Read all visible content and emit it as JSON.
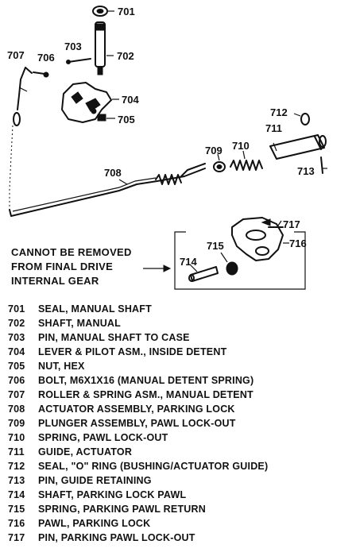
{
  "callouts": {
    "c701": "701",
    "c702": "702",
    "c703": "703",
    "c704": "704",
    "c705": "705",
    "c706": "706",
    "c707": "707",
    "c708": "708",
    "c709": "709",
    "c710": "710",
    "c711": "711",
    "c712": "712",
    "c713": "713",
    "c714": "714",
    "c715": "715",
    "c716": "716",
    "c717": "717"
  },
  "note": {
    "line1": "CANNOT BE REMOVED",
    "line2": "FROM FINAL DRIVE",
    "line3": "INTERNAL GEAR"
  },
  "legend": [
    {
      "num": "701",
      "desc": "SEAL, MANUAL SHAFT"
    },
    {
      "num": "702",
      "desc": "SHAFT, MANUAL"
    },
    {
      "num": "703",
      "desc": "PIN, MANUAL SHAFT TO CASE"
    },
    {
      "num": "704",
      "desc": "LEVER & PILOT ASM., INSIDE DETENT"
    },
    {
      "num": "705",
      "desc": "NUT, HEX"
    },
    {
      "num": "706",
      "desc": "BOLT, M6X1X16 (MANUAL DETENT SPRING)"
    },
    {
      "num": "707",
      "desc": "ROLLER & SPRING ASM., MANUAL DETENT"
    },
    {
      "num": "708",
      "desc": "ACTUATOR ASSEMBLY, PARKING LOCK"
    },
    {
      "num": "709",
      "desc": "PLUNGER ASSEMBLY, PAWL LOCK-OUT"
    },
    {
      "num": "710",
      "desc": "SPRING, PAWL LOCK-OUT"
    },
    {
      "num": "711",
      "desc": "GUIDE, ACTUATOR"
    },
    {
      "num": "712",
      "desc": "SEAL, \"O\" RING (BUSHING/ACTUATOR GUIDE)"
    },
    {
      "num": "713",
      "desc": "PIN, GUIDE RETAINING"
    },
    {
      "num": "714",
      "desc": "SHAFT, PARKING LOCK PAWL"
    },
    {
      "num": "715",
      "desc": "SPRING, PARKING PAWL RETURN"
    },
    {
      "num": "716",
      "desc": "PAWL, PARKING LOCK"
    },
    {
      "num": "717",
      "desc": "PIN, PARKING PAWL LOCK-OUT"
    }
  ]
}
